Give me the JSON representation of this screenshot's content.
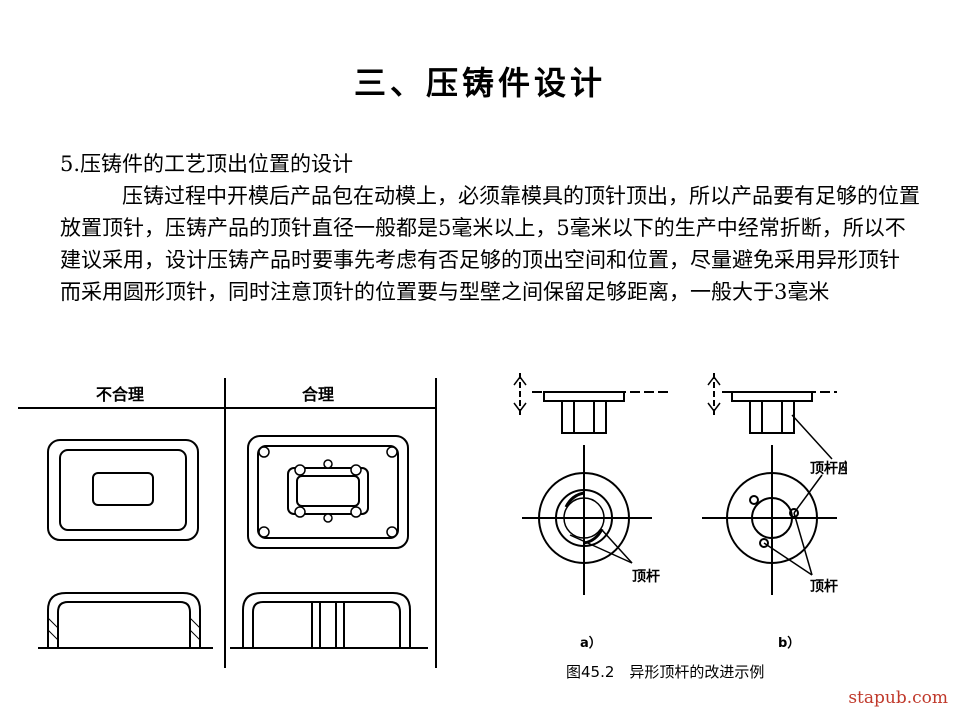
{
  "title": "三、压铸件设计",
  "section_heading": "5.压铸件的工艺顶出位置的设计",
  "paragraph": "压铸过程中开模后产品包在动模上，必须靠模具的顶针顶出，所以产品要有足够的位置放置顶针，压铸产品的顶针直径一般都是5毫米以上，5毫米以下的生产中经常折断，所以不建议采用，设计压铸产品时要事先考虑有否足够的顶出空间和位置，尽量避免采用异形顶针而采用圆形顶针，同时注意顶针的位置要与型壁之间保留足够距离，一般大于3毫米",
  "figure_left": {
    "label_bad": "不合理",
    "label_good": "合理"
  },
  "figure_right": {
    "label_seat": "顶杆座",
    "label_pin_a": "顶杆",
    "label_pin_b": "顶杆",
    "label_a": "a）",
    "label_b": "b）",
    "caption": "图45.2　异形顶杆的改进示例"
  },
  "watermark": "stapub.com"
}
